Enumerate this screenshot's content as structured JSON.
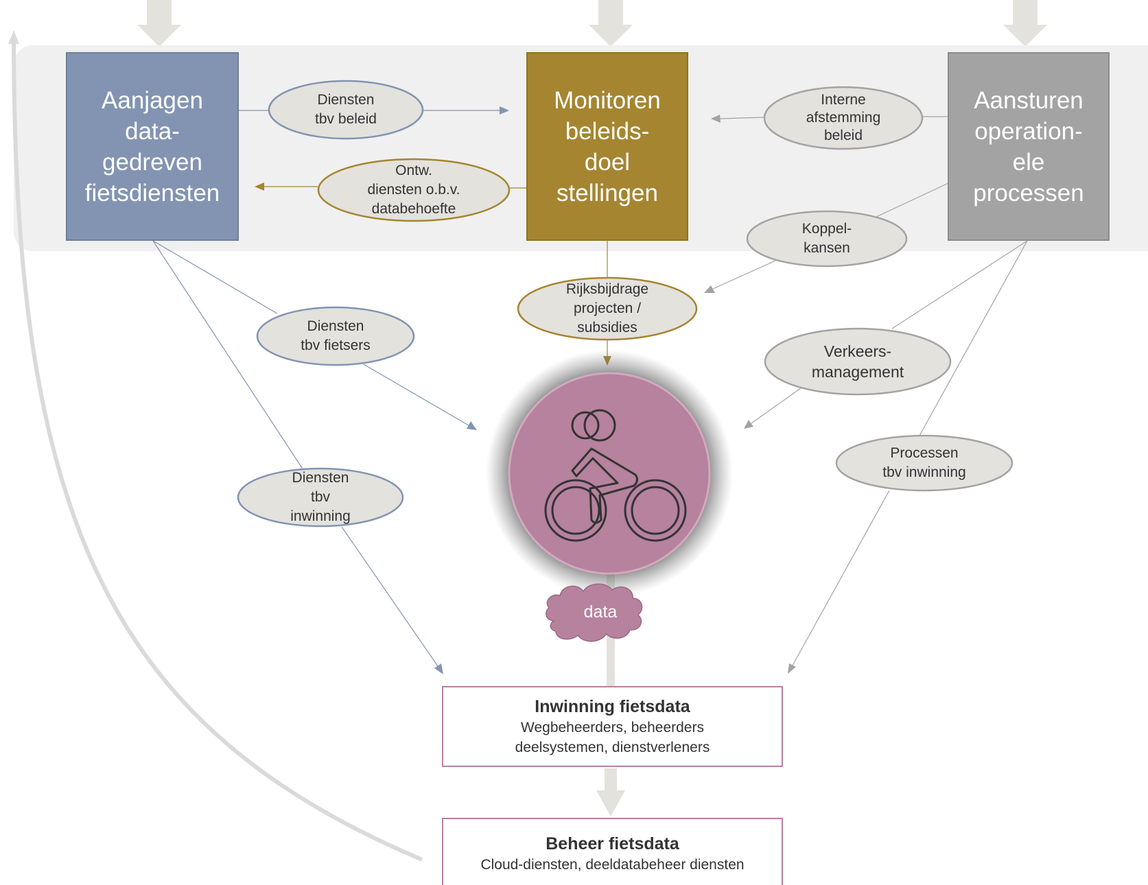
{
  "colors": {
    "blue": "#8294b1",
    "gold": "#a58530",
    "gray": "#a3a3a3",
    "pink": "#b6829d",
    "oval_fill": "#e3e2dd",
    "panel": "#f0f0f0",
    "arrow_light": "#e3e2dd"
  },
  "blocks": {
    "left": "Aanjagen\ndata-\ngedreven\nfietsdiensten",
    "middle": "Monitoren\nbeleids-\ndoel\nstellingen",
    "right": "Aansturen\noperation-\nele\nprocessen"
  },
  "ovals": {
    "diensten_beleid": "Diensten\ntbv beleid",
    "interne_afstemming": "Interne\nafstemming\nbeleid",
    "ontw_diensten": "Ontw.\ndiensten o.b.v.\ndatabehoefte",
    "koppelkansen": "Koppel-\nkansen",
    "rijksbijdrage": "Rijksbijdrage\nprojecten /\nsubsidies",
    "diensten_fietsers": "Diensten\ntbv fietsers",
    "verkeersmanagement": "Verkeers-\nmanagement",
    "diensten_inwinning": "Diensten\ntbv\ninwinning",
    "processen_inwinning": "Processen\ntbv inwinning"
  },
  "center": {
    "icon": "cyclist-icon",
    "cloud_label": "data"
  },
  "inwinning": {
    "title": "Inwinning fietsdata",
    "subtitle": "Wegbeheerders, beheerders\ndeelsystemen, dienstverleners"
  },
  "beheer": {
    "title": "Beheer fietsdata",
    "subtitle": "Cloud-diensten, deeldatabeheer diensten"
  }
}
